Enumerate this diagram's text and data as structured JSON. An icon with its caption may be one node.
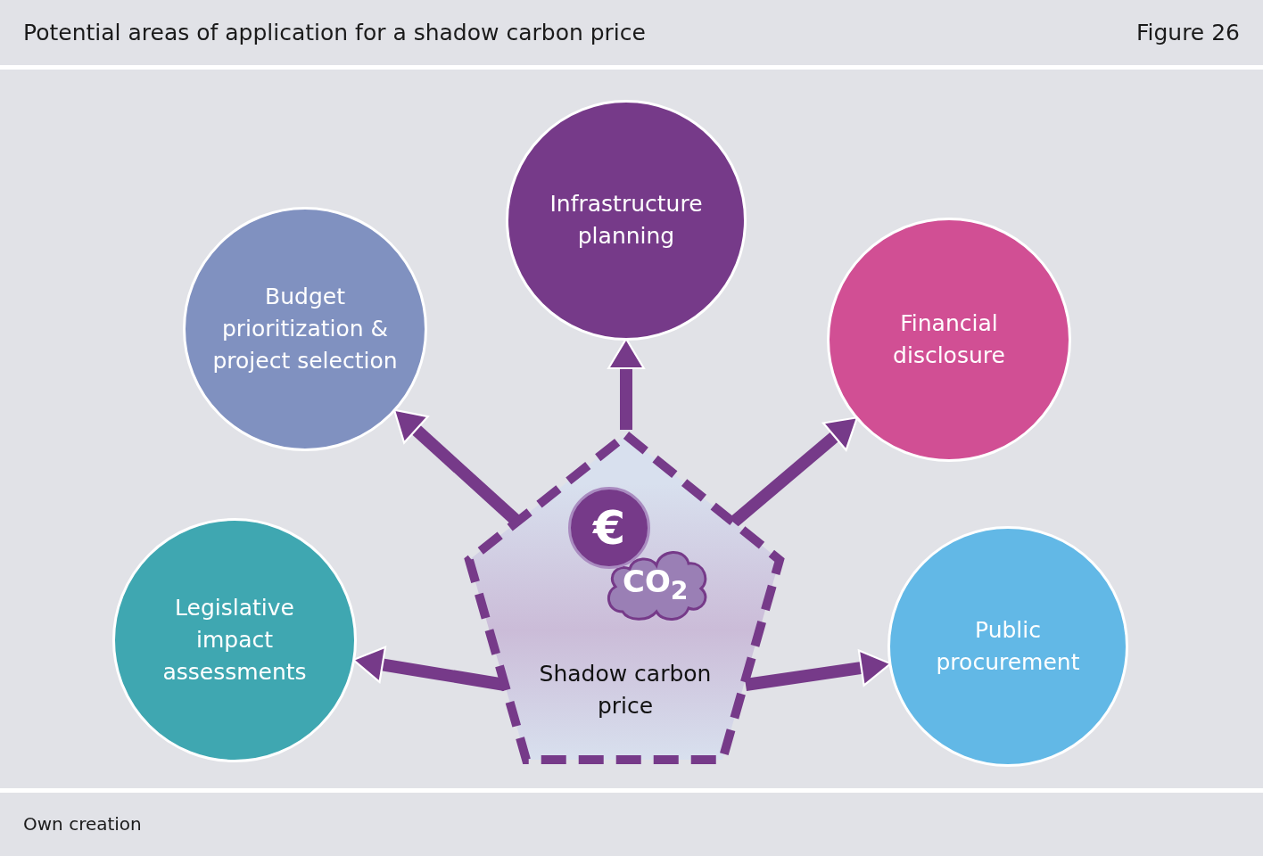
{
  "diagram": {
    "title": "Potential areas of application for a shadow carbon price",
    "caption": "Own creation",
    "nodes": [
      {
        "text": [
          "Infrastructure planning"
        ]
      },
      {
        "text": [
          "Budget prioritization & project selection"
        ]
      },
      {
        "text": [
          "Financial disclosure"
        ]
      },
      {
        "text": [
          "Legislative impact assessments"
        ]
      },
      {
        "text": [
          "€",
          "CO$_{2}$",
          "Shadow carbon price"
        ]
      },
      {
        "text": [
          "Public procurement"
        ]
      }
    ],
    "edges": [
      {
        "from": 4,
        "to": 0,
        "arrow": "to"
      },
      {
        "from": 4,
        "to": 1,
        "arrow": "to"
      },
      {
        "from": 4,
        "to": 2,
        "arrow": "to"
      },
      {
        "from": 4,
        "to": 3,
        "arrow": "to"
      },
      {
        "from": 4,
        "to": 5,
        "arrow": "to"
      }
    ],
    "labels": [
      "Figure 26"
    ]
  }
}
